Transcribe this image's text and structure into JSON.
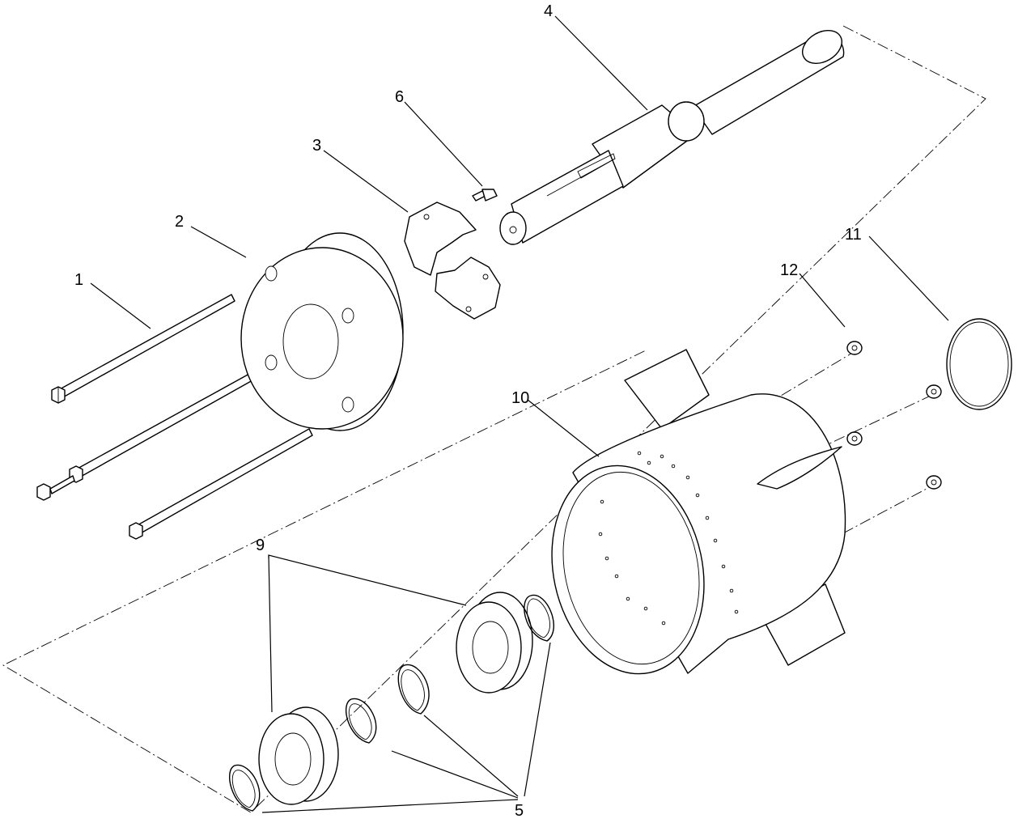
{
  "diagram": {
    "type": "exploded-parts-diagram",
    "callouts": [
      {
        "id": "1",
        "label": "1",
        "part": "long-bolt"
      },
      {
        "id": "2",
        "label": "2",
        "part": "end-flange"
      },
      {
        "id": "3",
        "label": "3",
        "part": "split-shim-plate"
      },
      {
        "id": "4",
        "label": "4",
        "part": "roller-shaft"
      },
      {
        "id": "5",
        "label": "5",
        "part": "retaining-ring"
      },
      {
        "id": "6",
        "label": "6",
        "part": "small-screw"
      },
      {
        "id": "9",
        "label": "9",
        "part": "bearing"
      },
      {
        "id": "10",
        "label": "10",
        "part": "roller-drum"
      },
      {
        "id": "11",
        "label": "11",
        "part": "o-ring"
      },
      {
        "id": "12",
        "label": "12",
        "part": "lock-nut"
      }
    ]
  }
}
